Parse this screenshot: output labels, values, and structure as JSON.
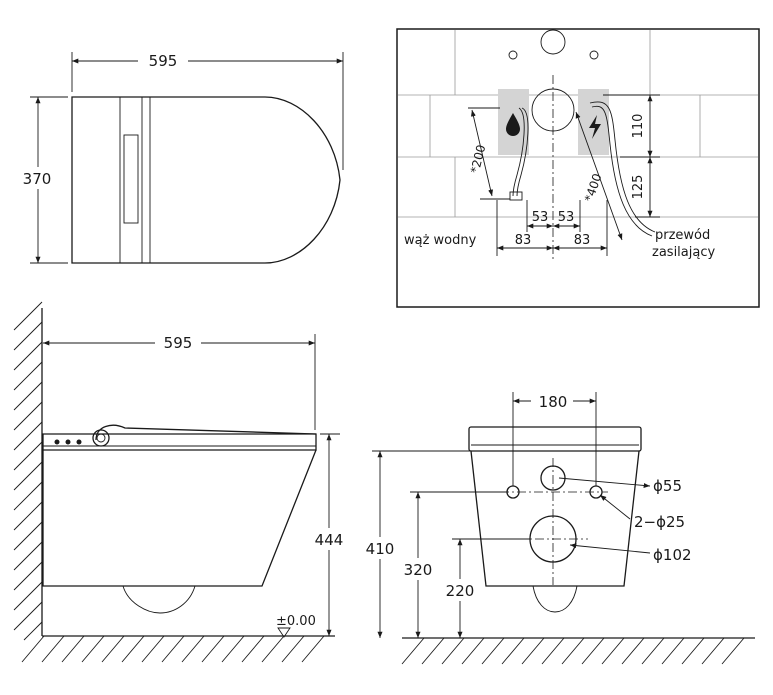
{
  "top_view": {
    "width_label": "595",
    "depth_label": "370"
  },
  "connection_detail": {
    "water_label": "wąż wodny",
    "power_label_line1": "przewód",
    "power_label_line2": "zasilający",
    "hose_length_label": "*200",
    "cable_length_label": "*400",
    "height_upper_label": "110",
    "height_lower_label": "125",
    "offset_inner_left": "53",
    "offset_inner_right": "53",
    "offset_outer_left": "83",
    "offset_outer_right": "83"
  },
  "side_view": {
    "length_label": "595",
    "height_label": "444",
    "floor_level_label": "±0.00"
  },
  "rear_view": {
    "hole_spacing_label": "180",
    "height_410_label": "410",
    "height_320_label": "320",
    "height_220_label": "220",
    "hole_55_label": "ϕ55",
    "hole_25_label": "2−ϕ25",
    "hole_102_label": "ϕ102"
  },
  "colors": {
    "line": "#1a1a1a",
    "grid": "#9a9a9a",
    "connector_fill": "#d4d4d4"
  }
}
